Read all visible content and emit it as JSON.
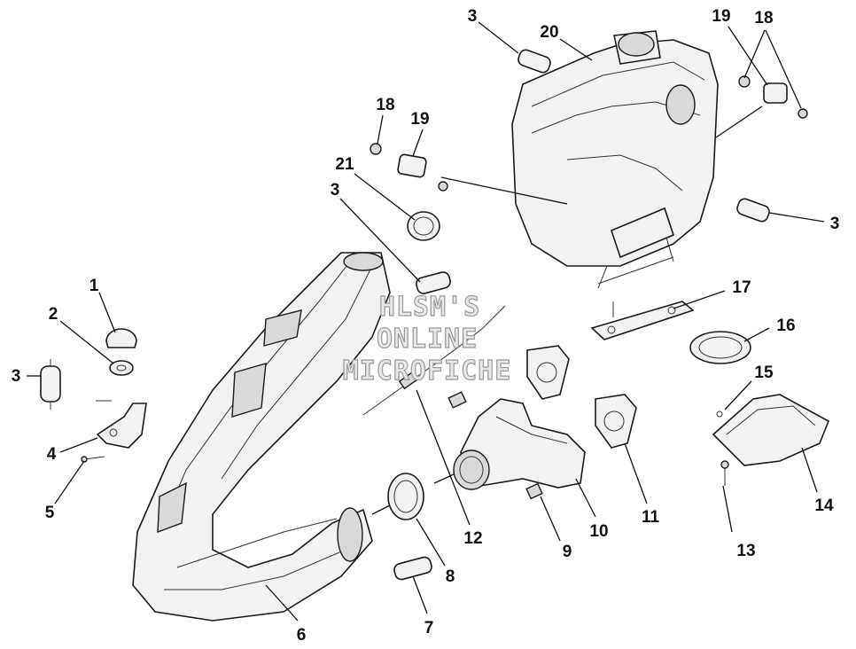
{
  "watermark": {
    "line1": "HLSM'S",
    "line2": "ONLINE",
    "line3": "MICROFICHE"
  },
  "callouts": [
    {
      "id": "c1",
      "label": "1"
    },
    {
      "id": "c2",
      "label": "2"
    },
    {
      "id": "c3a",
      "label": "3"
    },
    {
      "id": "c4",
      "label": "4"
    },
    {
      "id": "c5",
      "label": "5"
    },
    {
      "id": "c6",
      "label": "6"
    },
    {
      "id": "c7",
      "label": "7"
    },
    {
      "id": "c8",
      "label": "8"
    },
    {
      "id": "c9",
      "label": "9"
    },
    {
      "id": "c10",
      "label": "10"
    },
    {
      "id": "c11",
      "label": "11"
    },
    {
      "id": "c12",
      "label": "12"
    },
    {
      "id": "c13",
      "label": "13"
    },
    {
      "id": "c14",
      "label": "14"
    },
    {
      "id": "c15",
      "label": "15"
    },
    {
      "id": "c16",
      "label": "16"
    },
    {
      "id": "c17",
      "label": "17"
    },
    {
      "id": "c18a",
      "label": "18"
    },
    {
      "id": "c18b",
      "label": "18"
    },
    {
      "id": "c19a",
      "label": "19"
    },
    {
      "id": "c19b",
      "label": "19"
    },
    {
      "id": "c20",
      "label": "20"
    },
    {
      "id": "c21",
      "label": "21"
    },
    {
      "id": "c3b",
      "label": "3"
    },
    {
      "id": "c3c",
      "label": "3"
    },
    {
      "id": "c3d",
      "label": "3"
    }
  ]
}
